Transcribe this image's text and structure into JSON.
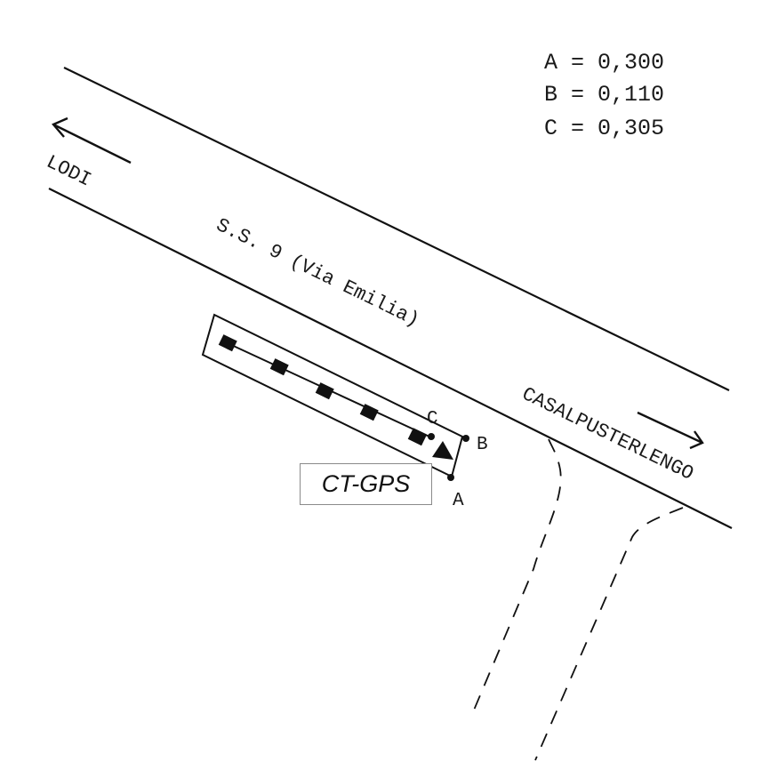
{
  "legend": [
    {
      "label": "A",
      "value": "0,300"
    },
    {
      "label": "B",
      "value": "0,110"
    },
    {
      "label": "C",
      "value": "0,305"
    }
  ],
  "road": {
    "name": "S.S. 9 (Via Emilia)",
    "west_direction": "LODI",
    "east_direction": "CASALPUSTERLENGO"
  },
  "points": {
    "a": "A",
    "b": "B",
    "c": "C"
  },
  "station_label": "CT-GPS"
}
